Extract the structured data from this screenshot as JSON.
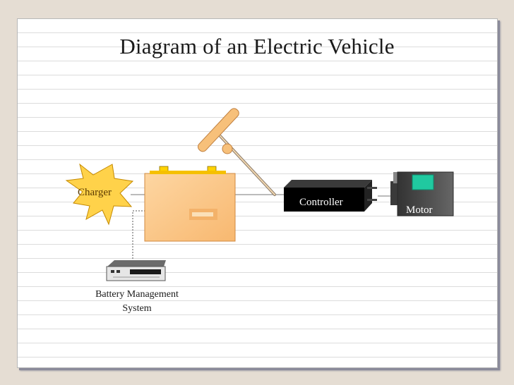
{
  "title": "Diagram of an Electric Vehicle",
  "nodes": {
    "charger": "Charger",
    "controller": "Controller",
    "motor": "Motor",
    "bms_line1": "Battery Management",
    "bms_line2": "System"
  },
  "colors": {
    "charger_fill": "#ffd24a",
    "battery_fill": "#fcc98c",
    "battery_terminal": "#ffd200",
    "controller_fill": "#000000",
    "motor_fill": "#555555",
    "motor_accent": "#20c9a0",
    "pedal_fill": "#f7c07a",
    "wire": "#777777"
  },
  "icons": [
    "starburst",
    "battery",
    "accelerator-pedal",
    "controller-box",
    "motor-block",
    "bms-unit"
  ]
}
